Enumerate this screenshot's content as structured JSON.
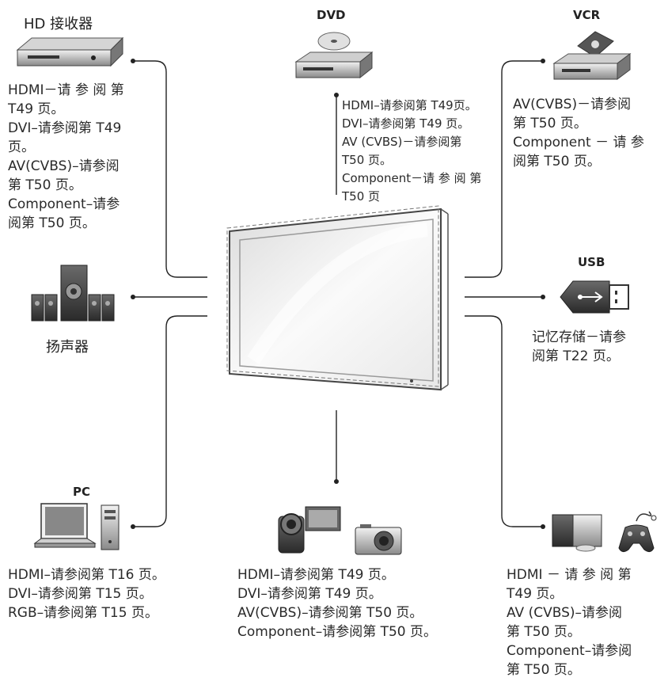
{
  "devices": {
    "hd_receiver": {
      "label": "HD 接收器",
      "lines": [
        "HDMI－请 参 阅 第",
        "T49 页。",
        "DVI–请参阅第 T49",
        "页。",
        "AV(CVBS)–请参阅",
        "第 T50 页。",
        "Component–请参",
        "阅第 T50 页。"
      ]
    },
    "dvd": {
      "label": "DVD",
      "lines": [
        "HDMI–请参阅第 T49页。",
        "DVI–请参阅第 T49 页。",
        "AV (CVBS)－请参阅第",
        "T50 页。",
        "Component－请 参 阅 第",
        "T50 页"
      ]
    },
    "vcr": {
      "label": "VCR",
      "lines": [
        "AV(CVBS)－请参阅",
        "第 T50 页。",
        "Component － 请 参",
        "阅第 T50 页。"
      ]
    },
    "speaker": {
      "label": "扬声器"
    },
    "usb": {
      "label": "USB",
      "lines": [
        "记忆存储－请参",
        "阅第 T22 页。"
      ]
    },
    "pc": {
      "label": "PC",
      "lines": [
        "HDMI–请参阅第 T16 页。",
        "DVI–请参阅第 T15 页。",
        "RGB–请参阅第 T15 页。"
      ]
    },
    "camera": {
      "lines": [
        "HDMI–请参阅第 T49 页。",
        "DVI–请参阅第 T49 页。",
        "AV(CVBS)–请参阅第 T50 页。",
        "Component–请参阅第 T50 页。"
      ]
    },
    "game": {
      "lines": [
        "HDMI － 请 参 阅 第",
        "T49 页。",
        "AV (CVBS)–请参阅",
        "第 T50 页。",
        "Component–请参阅",
        "第 T50 页。"
      ]
    }
  },
  "icons": [
    "hd-receiver-icon",
    "dvd-player-icon",
    "vcr-icon",
    "speaker-system-icon",
    "usb-drive-icon",
    "laptop-icon",
    "pc-tower-icon",
    "camcorder-icon",
    "digital-camera-icon",
    "hdd-player-icon",
    "game-controller-icon",
    "tv-icon"
  ]
}
